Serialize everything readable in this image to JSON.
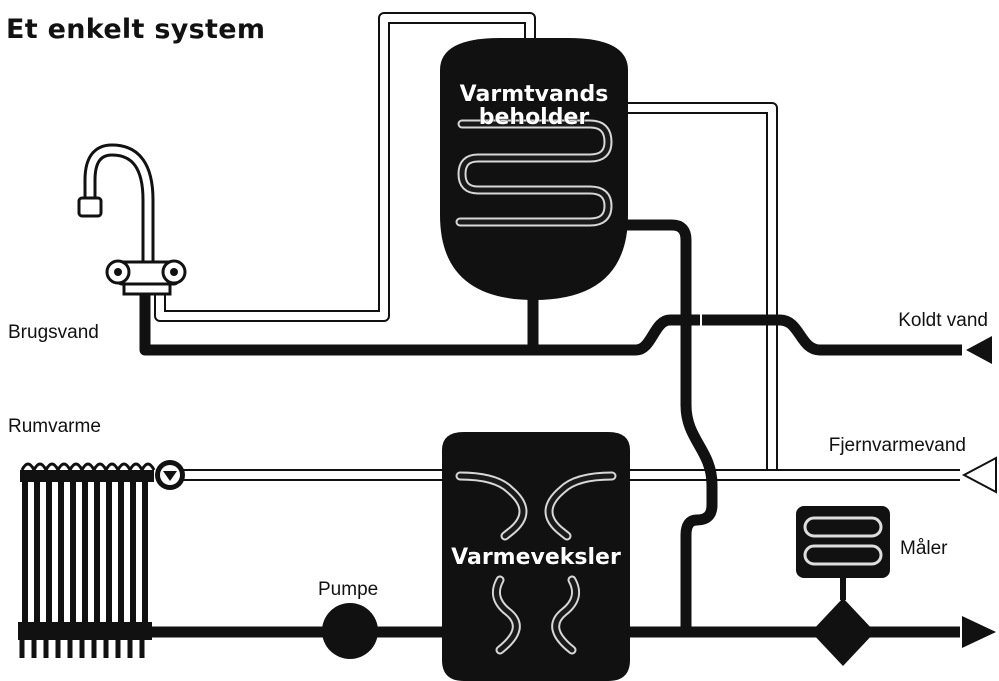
{
  "title": "Et enkelt system",
  "labels": {
    "tank_line1": "Varmtvands",
    "tank_line2": "beholder",
    "exchanger": "Varmeveksler",
    "tap_water": "Brugsvand",
    "cold_water": "Koldt vand",
    "space_heating": "Rumvarme",
    "district_water": "Fjernvarmevand",
    "meter": "Måler",
    "pump": "Pumpe"
  },
  "colors": {
    "ink": "#111111",
    "paper": "#ffffff"
  }
}
